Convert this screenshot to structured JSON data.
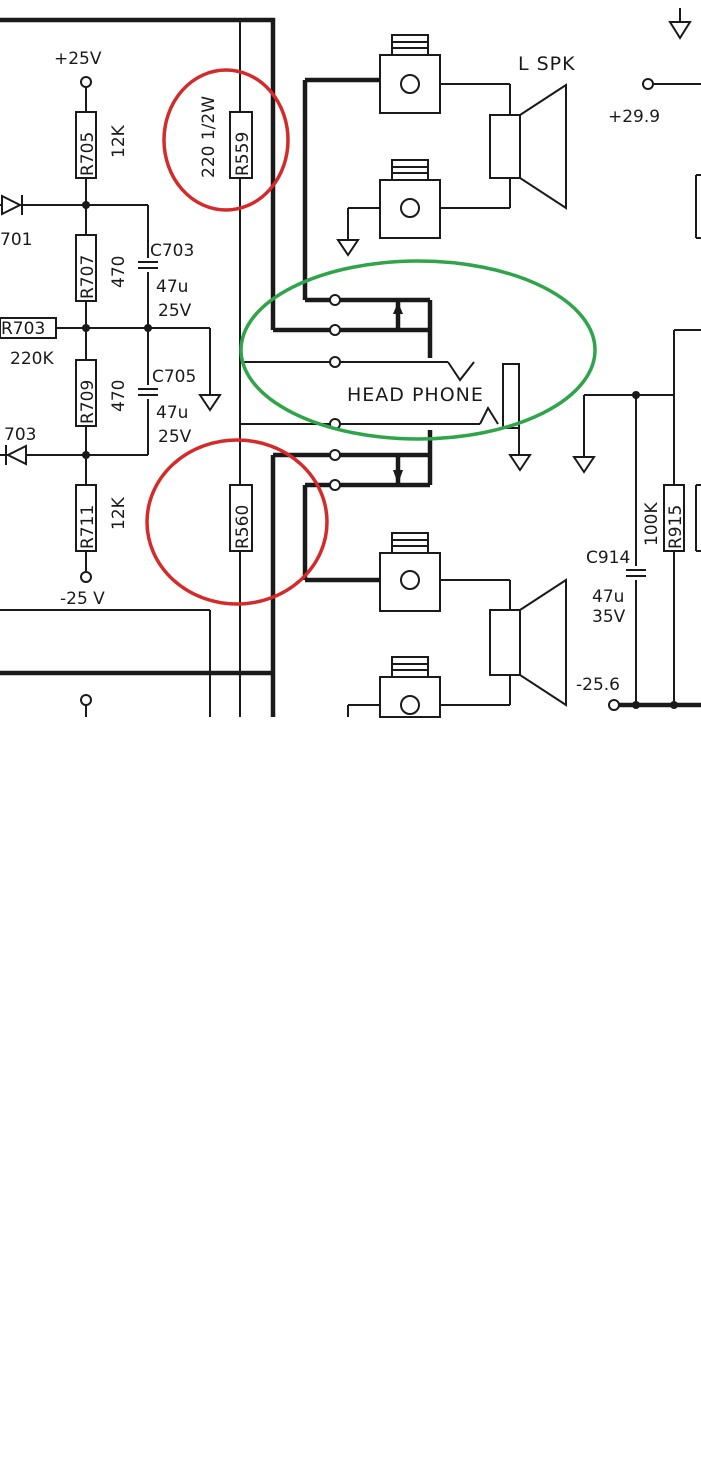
{
  "labels": {
    "v_plus25": "+25V",
    "v_minus25": "-25 V",
    "v_plus299": "+29.9",
    "v_minus256": "-25.6",
    "l_spk": "L SPK",
    "head_phone": "HEAD PHONE",
    "r559_value": "220 1/2W",
    "c914": "C914",
    "c914_value": "47u",
    "c914_voltage": "35V",
    "r703_value": "220K"
  },
  "components": {
    "r705": {
      "ref": "R705",
      "value": "12K"
    },
    "r707": {
      "ref": "R707",
      "value": "470"
    },
    "r709": {
      "ref": "R709",
      "value": "470"
    },
    "r711": {
      "ref": "R711",
      "value": "12K"
    },
    "r703": {
      "ref": "R703"
    },
    "r559": {
      "ref": "R559"
    },
    "r560": {
      "ref": "R560"
    },
    "r915": {
      "ref": "R915",
      "value": "100K"
    },
    "c703": {
      "ref": "C703",
      "value": "47u",
      "voltage": "25V"
    },
    "c705": {
      "ref": "C705",
      "value": "47u",
      "voltage": "25V"
    },
    "d701": {
      "ref": "701"
    },
    "d703": {
      "ref": "703"
    }
  },
  "colors": {
    "ink": "#1a1a1a",
    "annotation_red": "#d42a2a",
    "annotation_green": "#2fa44a",
    "paper": "#ffffff"
  }
}
